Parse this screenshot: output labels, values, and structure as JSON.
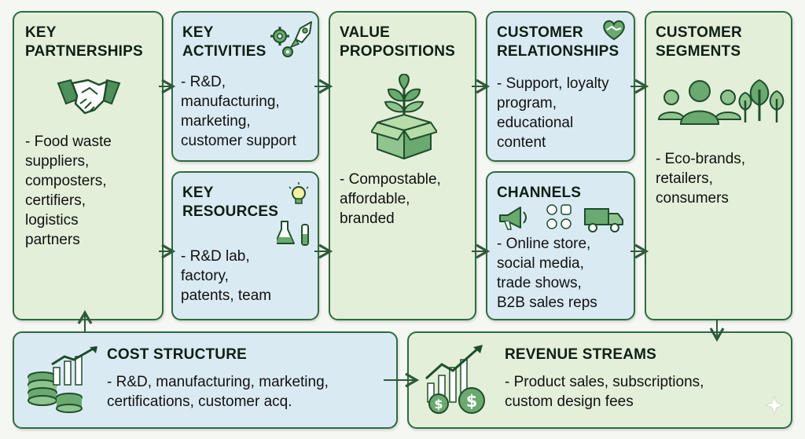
{
  "colors": {
    "outline": "#2f6b3f",
    "green_panel": "#e3efd9",
    "blue_panel": "#daeaf3",
    "arrow": "#2f5a3a"
  },
  "blocks": {
    "key_partnerships": {
      "title": "KEY\nPARTNERSHIPS",
      "icon": "handshake-icon",
      "text": "- Food waste\n  suppliers,\n  composters,\n  certifiers,\n  logistics\n  partners"
    },
    "key_activities": {
      "title": "KEY\nACTIVITIES",
      "icon": "gears-rocket-icon",
      "text": "- R&D,\n  manufacturing,\n  marketing,\n  customer support"
    },
    "key_resources": {
      "title": "KEY\nRESOURCES",
      "icon": "lightbulb-flask-icon",
      "text": "- R&D lab,\n  factory,\n  patents, team"
    },
    "value_propositions": {
      "title": "VALUE\nPROPOSITIONS",
      "icon": "sprout-box-icon",
      "text": "- Compostable,\n  affordable,\n  branded"
    },
    "customer_relationships": {
      "title": "CUSTOMER\nRELATIONSHIPS",
      "icon": "heart-hands-icon",
      "text": "- Support, loyalty\n  program,\n  educational\n  content"
    },
    "channels": {
      "title": "CHANNELS",
      "icon": "megaphone-social-truck-icon",
      "text": "- Online store,\n  social media,\n  trade shows,\n  B2B sales reps"
    },
    "customer_segments": {
      "title": "CUSTOMER\nSEGMENTS",
      "icon": "people-trees-icon",
      "text": "- Eco-brands,\n  retailers,\n  consumers"
    },
    "cost_structure": {
      "title": "COST STRUCTURE",
      "icon": "coins-chart-icon",
      "text": "- R&D, manufacturing, marketing,\n  certifications, customer acq."
    },
    "revenue_streams": {
      "title": "REVENUE STREAMS",
      "icon": "growth-dollar-icon",
      "text": "- Product sales, subscriptions,\n  custom design fees"
    }
  }
}
